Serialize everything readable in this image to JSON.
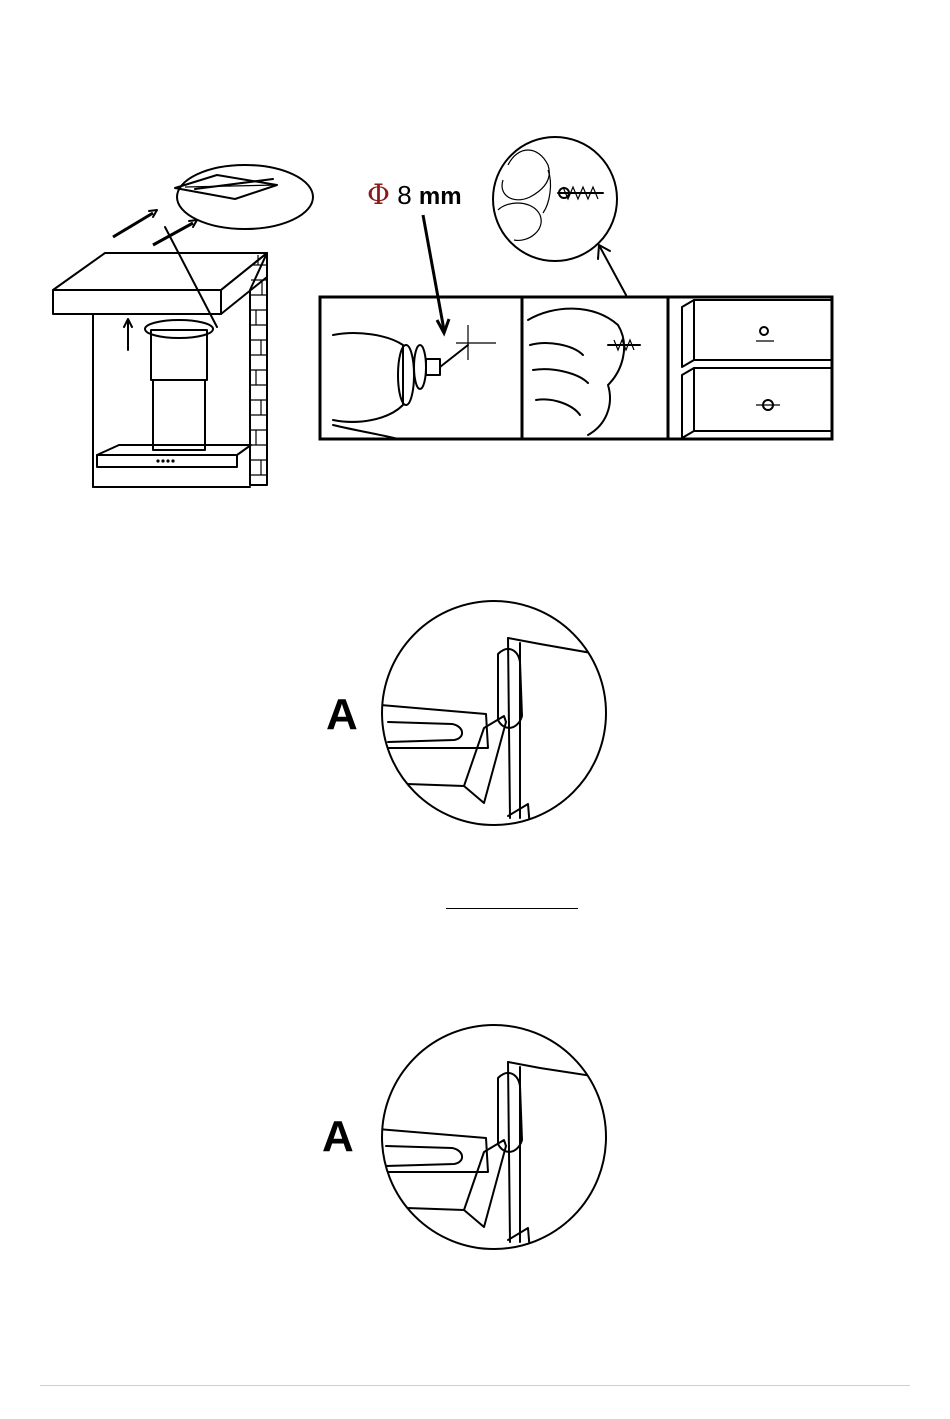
{
  "figure_top": {
    "drill_diameter_label": {
      "symbol": "Φ",
      "value": "8",
      "unit": "mm"
    }
  },
  "detail_a_upper": {
    "label": "A"
  },
  "detail_a_lower": {
    "label": "A"
  }
}
